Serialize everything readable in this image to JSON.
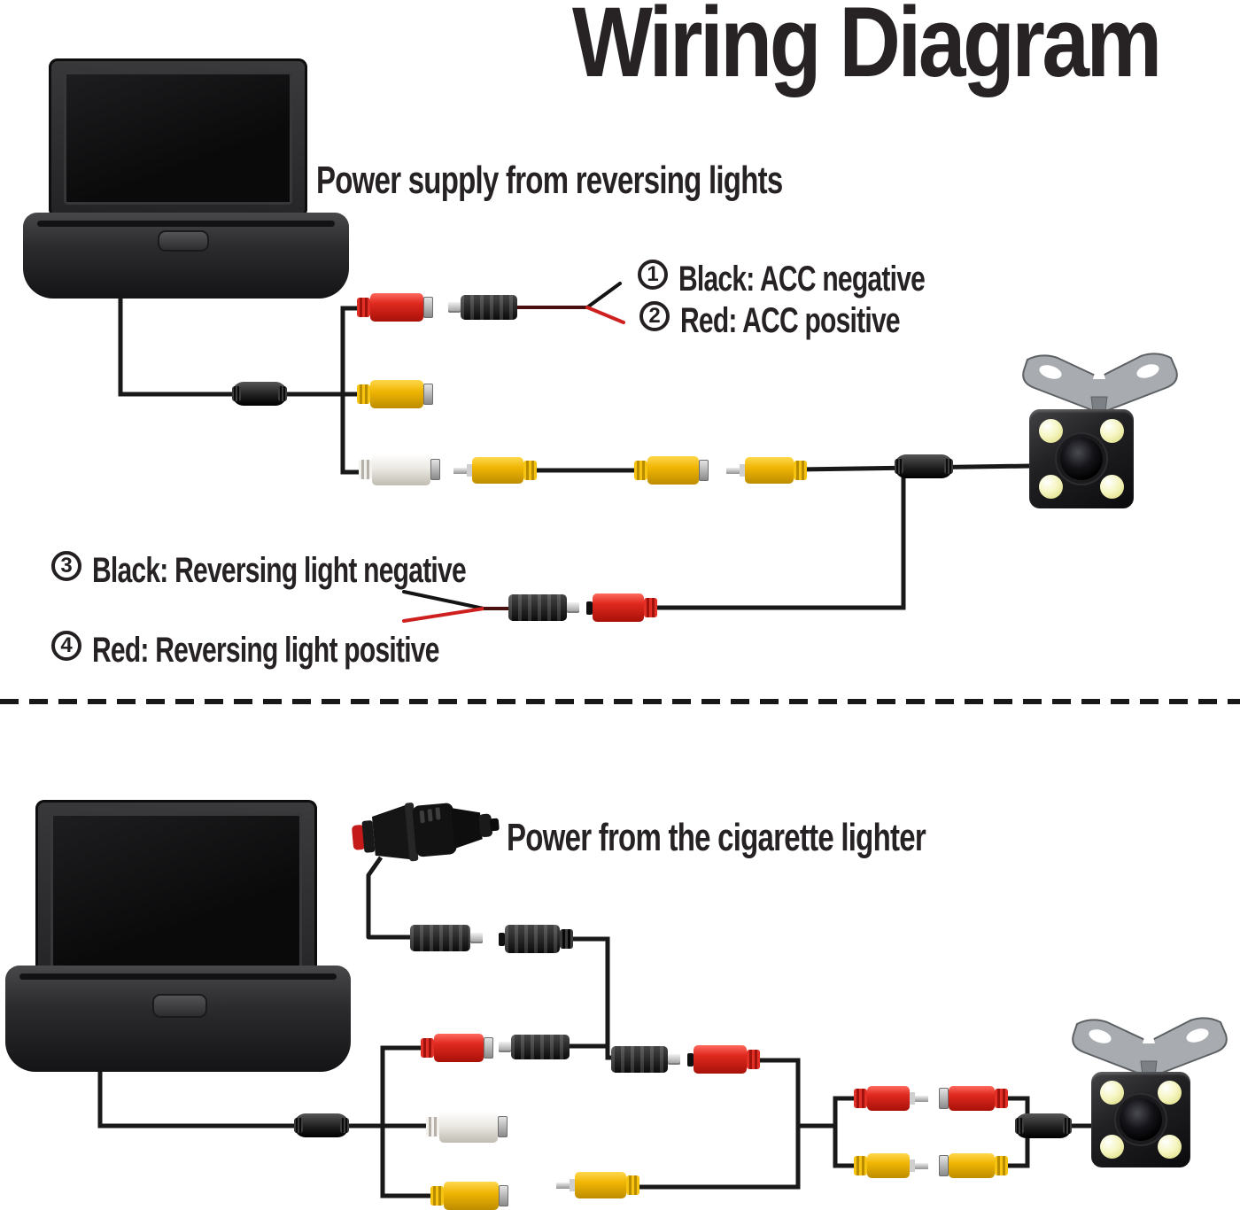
{
  "title": "Wiring Diagram",
  "sections": {
    "top": {
      "heading": "Power supply from reversing lights",
      "notes": [
        {
          "num": "1",
          "text": "Black: ACC negative"
        },
        {
          "num": "2",
          "text": "Red: ACC positive"
        },
        {
          "num": "3",
          "text": "Black: Reversing light negative"
        },
        {
          "num": "4",
          "text": "Red: Reversing light positive"
        }
      ]
    },
    "bottom": {
      "heading": "Power from the cigarette lighter"
    }
  },
  "components": {
    "monitor": "foldable-dashboard-monitor",
    "camera": "rear-view-camera-4-led",
    "power_plug": "cigarette-lighter-plug"
  },
  "colors": {
    "wire": "#191919",
    "text": "#262223",
    "rca_red": "#d8231d",
    "rca_yellow": "#f2b705",
    "rca_white": "#efede8",
    "dc_black": "#1d1d1d",
    "pigtail_red": "#cf2020",
    "camera_led": "#f4f4b8",
    "bracket_gray": "#a8acb0"
  }
}
